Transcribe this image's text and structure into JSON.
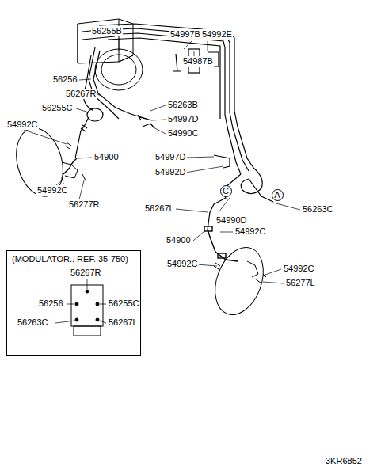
{
  "diagram": {
    "nodes": [
      {
        "text": [
          "(MODULATOR.. REF. 35-750)"
        ]
      },
      {
        "text": [
          "C"
        ]
      },
      {
        "text": [
          "A"
        ]
      }
    ],
    "labels": [
      "56255B",
      "54997B",
      "54992E",
      "54987B",
      "56256",
      "56267R",
      "56263B",
      "56255C",
      "54997D",
      "54992C",
      "54990C",
      "54900",
      "54992C",
      "56277R",
      "54997D",
      "54992D",
      "56267L",
      "54990D",
      "56263C",
      "54900",
      "54992C",
      "54992C",
      "54992C",
      "56277L",
      "56267R",
      "56256",
      "56255C",
      "56263C",
      "56267L",
      "3KR6852"
    ]
  }
}
